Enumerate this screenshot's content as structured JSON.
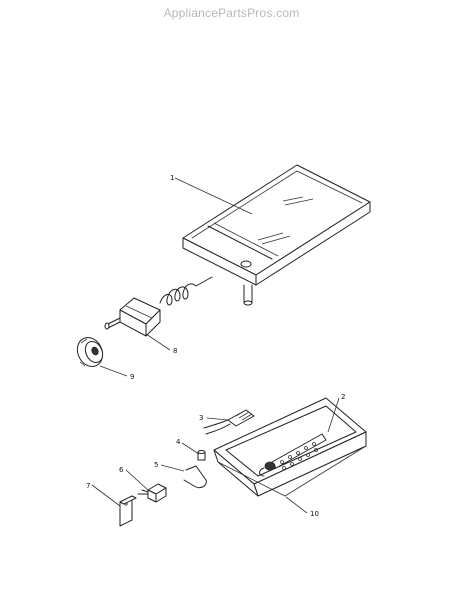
{
  "watermark": "AppliancePartsPros.com",
  "callouts": [
    {
      "id": "griddle-plate",
      "label": "1"
    },
    {
      "id": "burner-pan",
      "label": "2"
    },
    {
      "id": "igniter",
      "label": "3"
    },
    {
      "id": "orifice",
      "label": "4"
    },
    {
      "id": "clip",
      "label": "5"
    },
    {
      "id": "switch",
      "label": "6"
    },
    {
      "id": "bracket",
      "label": "7"
    },
    {
      "id": "valve",
      "label": "8"
    },
    {
      "id": "knob",
      "label": "9"
    },
    {
      "id": "burner-box",
      "label": "10"
    }
  ]
}
